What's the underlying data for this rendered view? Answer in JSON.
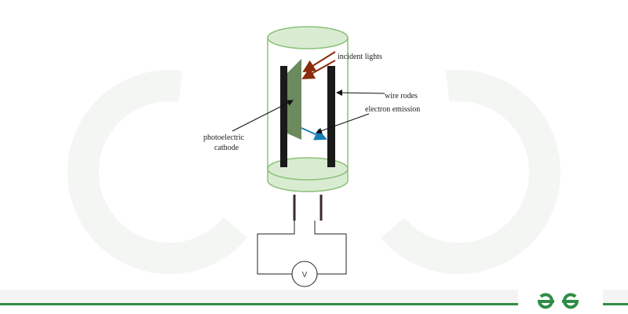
{
  "labels": {
    "incident": "incident lights",
    "rods": "wire rodes",
    "emission": "electron emission",
    "cathode_line1": "photoelectric",
    "cathode_line2": "cathode",
    "voltmeter": "V"
  },
  "logo": {
    "text": "GfG"
  },
  "colors": {
    "glass_fill": "#d9ecd2",
    "glass_stroke": "#8cc17a",
    "cathode": "#6b8a5e",
    "rod": "#1a1a1a",
    "light_arrow": "#8b2a0c",
    "electron_arrow": "#1a7fb5",
    "brand_green": "#2f8d46"
  }
}
